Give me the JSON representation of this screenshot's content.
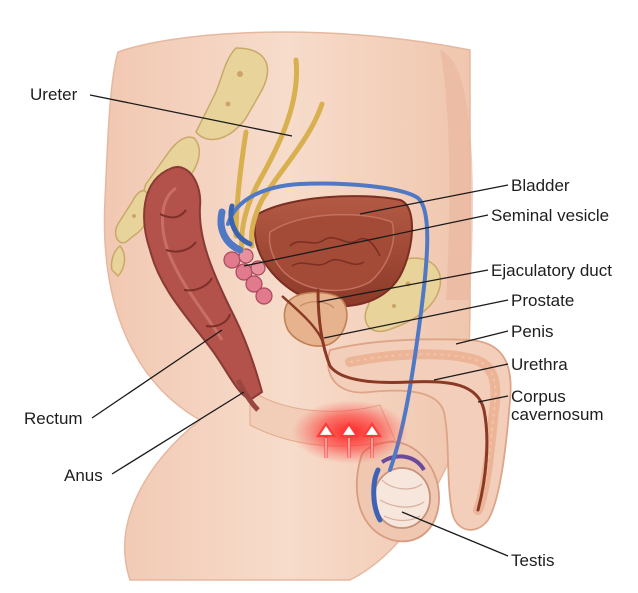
{
  "labels": {
    "ureter": "Ureter",
    "bladder": "Bladder",
    "seminal_vesicle": "Seminal vesicle",
    "ejaculatory_duct": "Ejaculatory duct",
    "prostate": "Prostate",
    "penis": "Penis",
    "urethra": "Urethra",
    "corpus_cavernosum_line1": "Corpus",
    "corpus_cavernosum_line2": "cavernosum",
    "rectum": "Rectum",
    "anus": "Anus",
    "testis": "Testis"
  },
  "colors": {
    "skin": "#f3d2bf",
    "skin_shadow": "#e7b59c",
    "bone": "#e8d39a",
    "rectum": "#b3524a",
    "bladder": "#a14a36",
    "ureter": "#d8b050",
    "vessel_blue": "#4f79c4",
    "duct_brown": "#8a3a24",
    "highlight_red": "#ff2a2a"
  },
  "icons": [
    "upward-arrow-icon",
    "upward-arrow-icon",
    "upward-arrow-icon"
  ]
}
